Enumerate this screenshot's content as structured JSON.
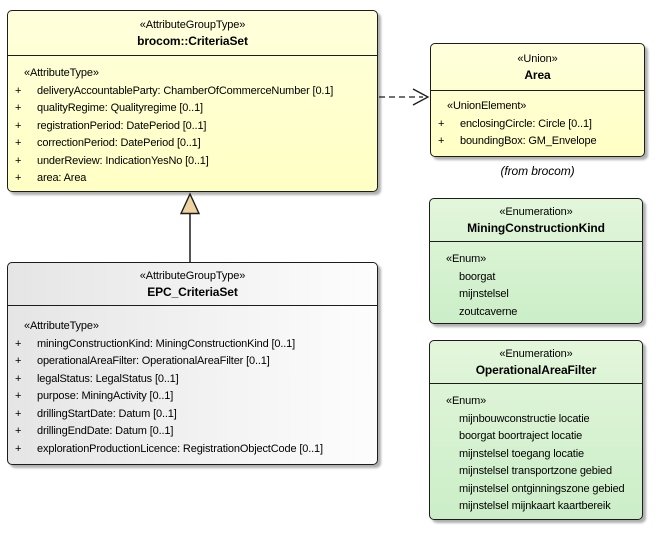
{
  "classes": {
    "criteria_set": {
      "stereotype": "«AttributeGroupType»",
      "name": "brocom::CriteriaSet",
      "section": "«AttributeType»",
      "attributes": [
        {
          "vis": "+",
          "text": "deliveryAccountableParty: ChamberOfCommerceNumber [0.1]"
        },
        {
          "vis": "+",
          "text": "qualityRegime: Qualityregime [0..1]"
        },
        {
          "vis": "+",
          "text": "registrationPeriod: DatePeriod [0..1]"
        },
        {
          "vis": "+",
          "text": "correctionPeriod: DatePeriod [0..1]"
        },
        {
          "vis": "+",
          "text": "underReview: IndicationYesNo [0..1]"
        },
        {
          "vis": "+",
          "text": "area: Area"
        }
      ]
    },
    "area": {
      "stereotype": "«Union»",
      "name": "Area",
      "section": "«UnionElement»",
      "attributes": [
        {
          "vis": "+",
          "text": "enclosingCircle: Circle [0..1]"
        },
        {
          "vis": "+",
          "text": "boundingBox: GM_Envelope"
        }
      ],
      "origin_note": "(from brocom)"
    },
    "epc_criteria_set": {
      "stereotype": "«AttributeGroupType»",
      "name": "EPC_CriteriaSet",
      "section": "«AttributeType»",
      "attributes": [
        {
          "vis": "+",
          "text": "miningConstructionKind: MiningConstructionKind [0..1]"
        },
        {
          "vis": "+",
          "text": "operationalAreaFilter: OperationalAreaFilter [0..1]"
        },
        {
          "vis": "+",
          "text": "legalStatus: LegalStatus [0..1]"
        },
        {
          "vis": "+",
          "text": "purpose: MiningActivity [0..1]"
        },
        {
          "vis": "+",
          "text": "drillingStartDate: Datum [0..1]"
        },
        {
          "vis": "+",
          "text": "drillingEndDate: Datum [0..1]"
        },
        {
          "vis": "+",
          "text": "explorationProductionLicence: RegistrationObjectCode [0..1]"
        }
      ]
    },
    "mining_construction_kind": {
      "stereotype": "«Enumeration»",
      "name": "MiningConstructionKind",
      "section": "«Enum»",
      "literals": [
        "boorgat",
        "mijnstelsel",
        "zoutcaverne"
      ]
    },
    "operational_area_filter": {
      "stereotype": "«Enumeration»",
      "name": "OperationalAreaFilter",
      "section": "«Enum»",
      "literals": [
        "mijnbouwconstructie locatie",
        "boorgat boortraject locatie",
        "mijnstelsel toegang locatie",
        "mijnstelsel transportzone gebied",
        "mijnstelsel ontginningszone gebied",
        "mijnstelsel mijnkaart kaartbereik"
      ]
    }
  },
  "colors": {
    "class_fill": "#ffffcc",
    "enum_fill": "#d9f2d2",
    "neutral_fill": "#e9e9e9",
    "border": "#1c1c1c",
    "shadow": "#a0a0a0",
    "generalization_head_fill": "#eed2a0"
  }
}
